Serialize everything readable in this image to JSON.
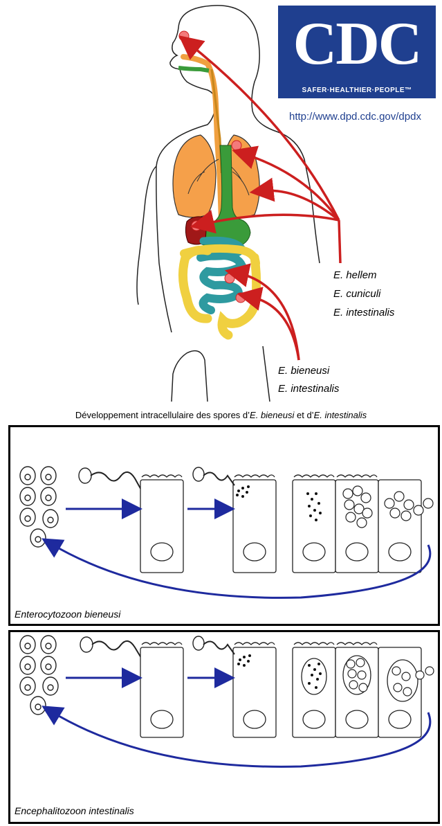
{
  "logo": {
    "letters": "CDC",
    "tagline": "SAFER·HEALTHIER·PEOPLE™",
    "url": "http://www.dpd.cdc.gov/dpdx"
  },
  "upper_species": [
    "E. hellem",
    "E. cuniculi",
    "E. intestinalis"
  ],
  "lower_species": [
    "E. bieneusi",
    "E. intestinalis"
  ],
  "caption": {
    "prefix": "Développement intracellulaire des spores d’",
    "species1": "E. bieneusi",
    "middle": " et d’",
    "species2": "E. intestinalis"
  },
  "panels": [
    {
      "label": "Enterocytozoon bieneusi"
    },
    {
      "label": "Encephalitozoon intestinalis"
    }
  ],
  "colors": {
    "arrow_red": "#cc1f1f",
    "arrow_blue": "#1e2a9e",
    "lung": "#f5a04a",
    "esophagus": "#f0a040",
    "stomach": "#3a9b3a",
    "small_intestine": "#2e9aa0",
    "large_intestine": "#f0d040",
    "liver": "#a01818",
    "logo_bg": "#1f3f8f"
  }
}
